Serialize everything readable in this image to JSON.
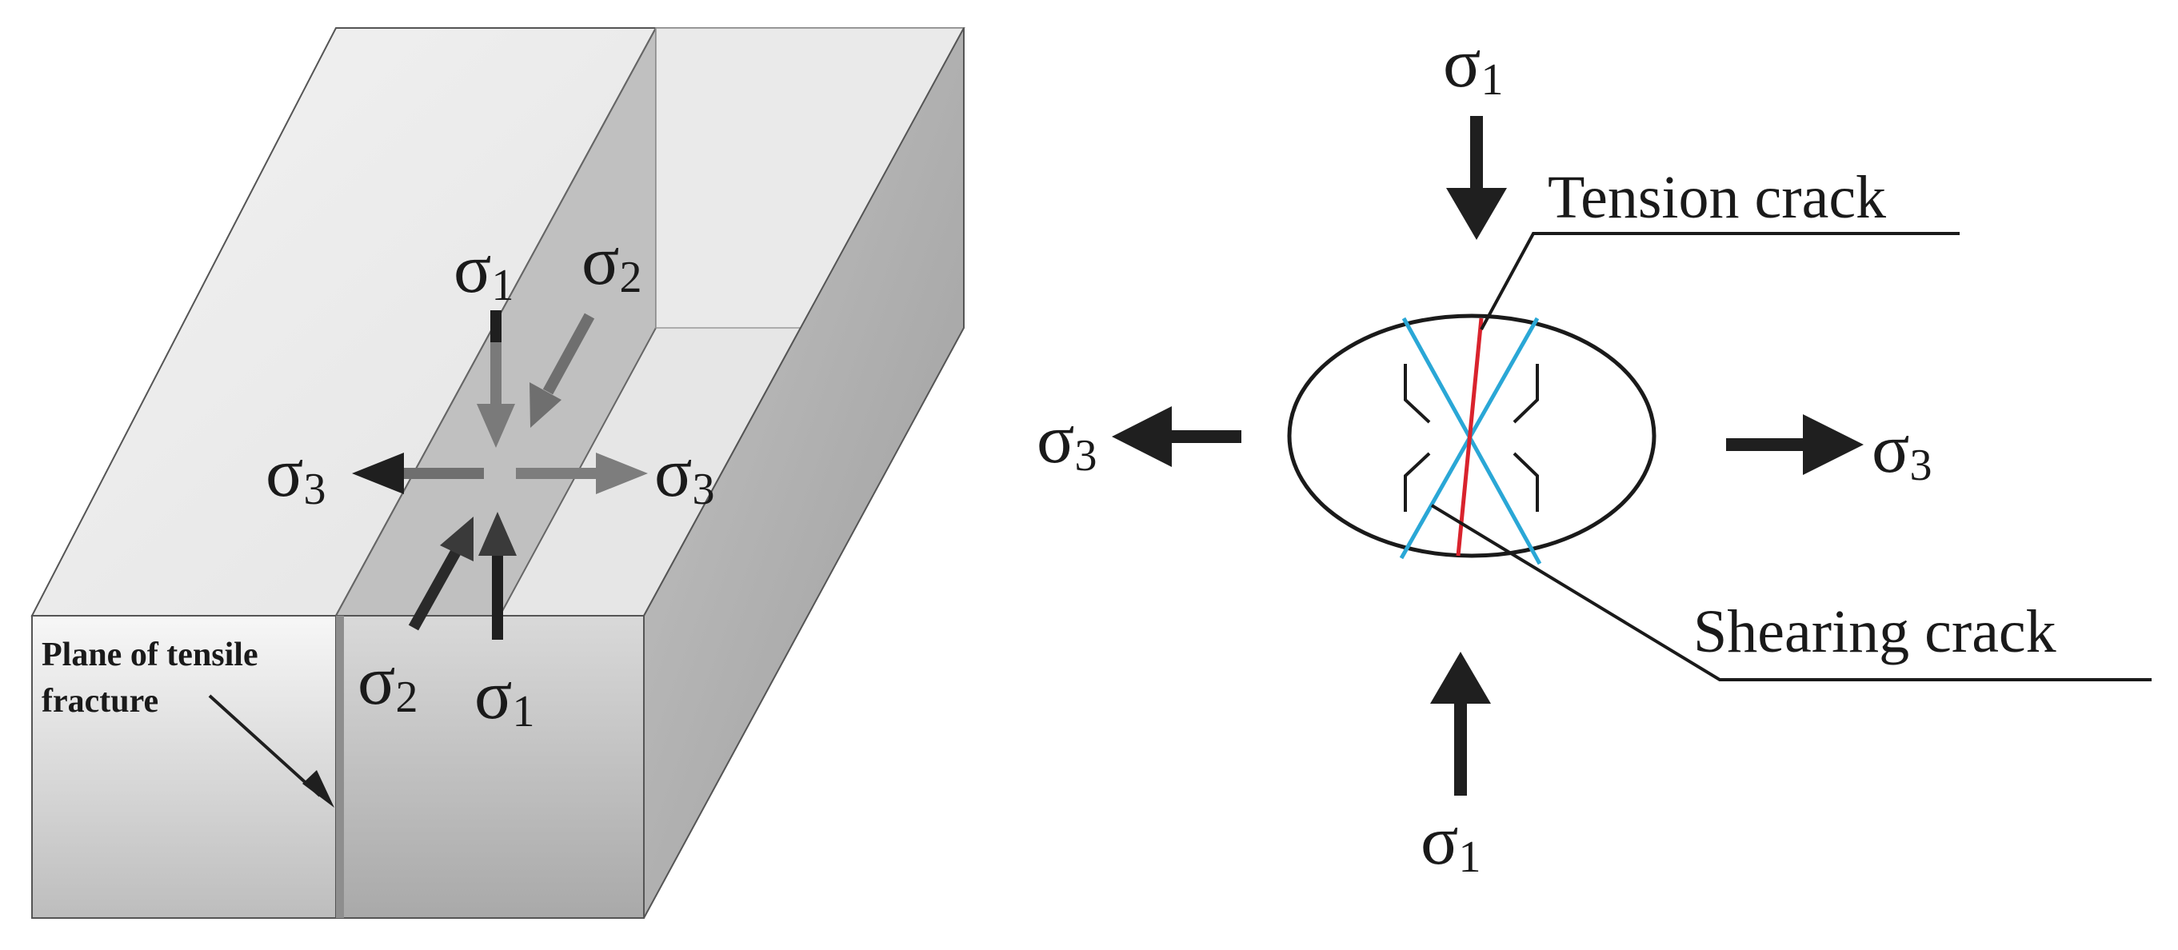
{
  "block": {
    "label_line1": "Plane of  tensile",
    "label_line2": "fracture",
    "stress": {
      "sigma1_top": {
        "symbol": "σ",
        "sub": "1"
      },
      "sigma2_top": {
        "symbol": "σ",
        "sub": "2"
      },
      "sigma3_left": {
        "symbol": "σ",
        "sub": "3"
      },
      "sigma3_right": {
        "symbol": "σ",
        "sub": "3"
      },
      "sigma2_bottom": {
        "symbol": "σ",
        "sub": "2"
      },
      "sigma1_bottom": {
        "symbol": "σ",
        "sub": "1"
      }
    }
  },
  "ellipse": {
    "tension_label": "Tension crack",
    "shearing_label": "Shearing crack",
    "stress": {
      "sigma1_top": {
        "symbol": "σ",
        "sub": "1"
      },
      "sigma1_bottom": {
        "symbol": "σ",
        "sub": "1"
      },
      "sigma3_left": {
        "symbol": "σ",
        "sub": "3"
      },
      "sigma3_right": {
        "symbol": "σ",
        "sub": "3"
      }
    }
  },
  "colors": {
    "shear_line": "#2aa7d6",
    "tension_line": "#d9232d",
    "arrow_dark": "#1f1f1f",
    "arrow_grey": "#6f6f6f"
  }
}
